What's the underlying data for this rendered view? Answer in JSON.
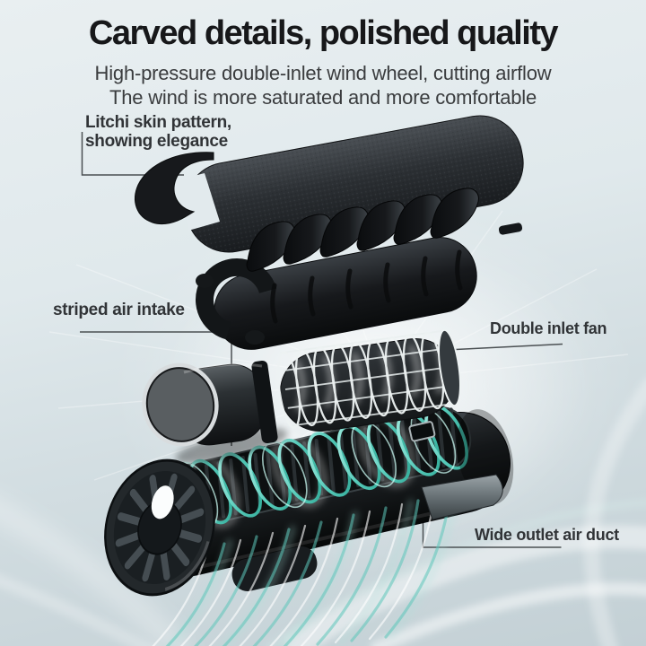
{
  "header": {
    "title": "Carved details, polished quality",
    "subtitle_line1": "High-pressure double-inlet wind wheel, cutting airflow",
    "subtitle_line2": "The wind is more saturated and more comfortable"
  },
  "callouts": {
    "litchi_skin": {
      "line1": "Litchi skin pattern,",
      "line2": "showing elegance"
    },
    "striped_air_intake": {
      "label": "striped air intake"
    },
    "double_inlet_fan": {
      "label": "Double inlet fan"
    },
    "wide_outlet_air_duct": {
      "label": "Wide outlet air duct"
    }
  },
  "colors": {
    "background_top": "#e9eff1",
    "background_bottom": "#c3d0d5",
    "title_text": "#17181a",
    "subtitle_text": "#3a3c3e",
    "label_text": "#313437",
    "leader_line": "#4b5053",
    "airflow_teal": "#57cbba",
    "product_black": "#1a1d20"
  }
}
